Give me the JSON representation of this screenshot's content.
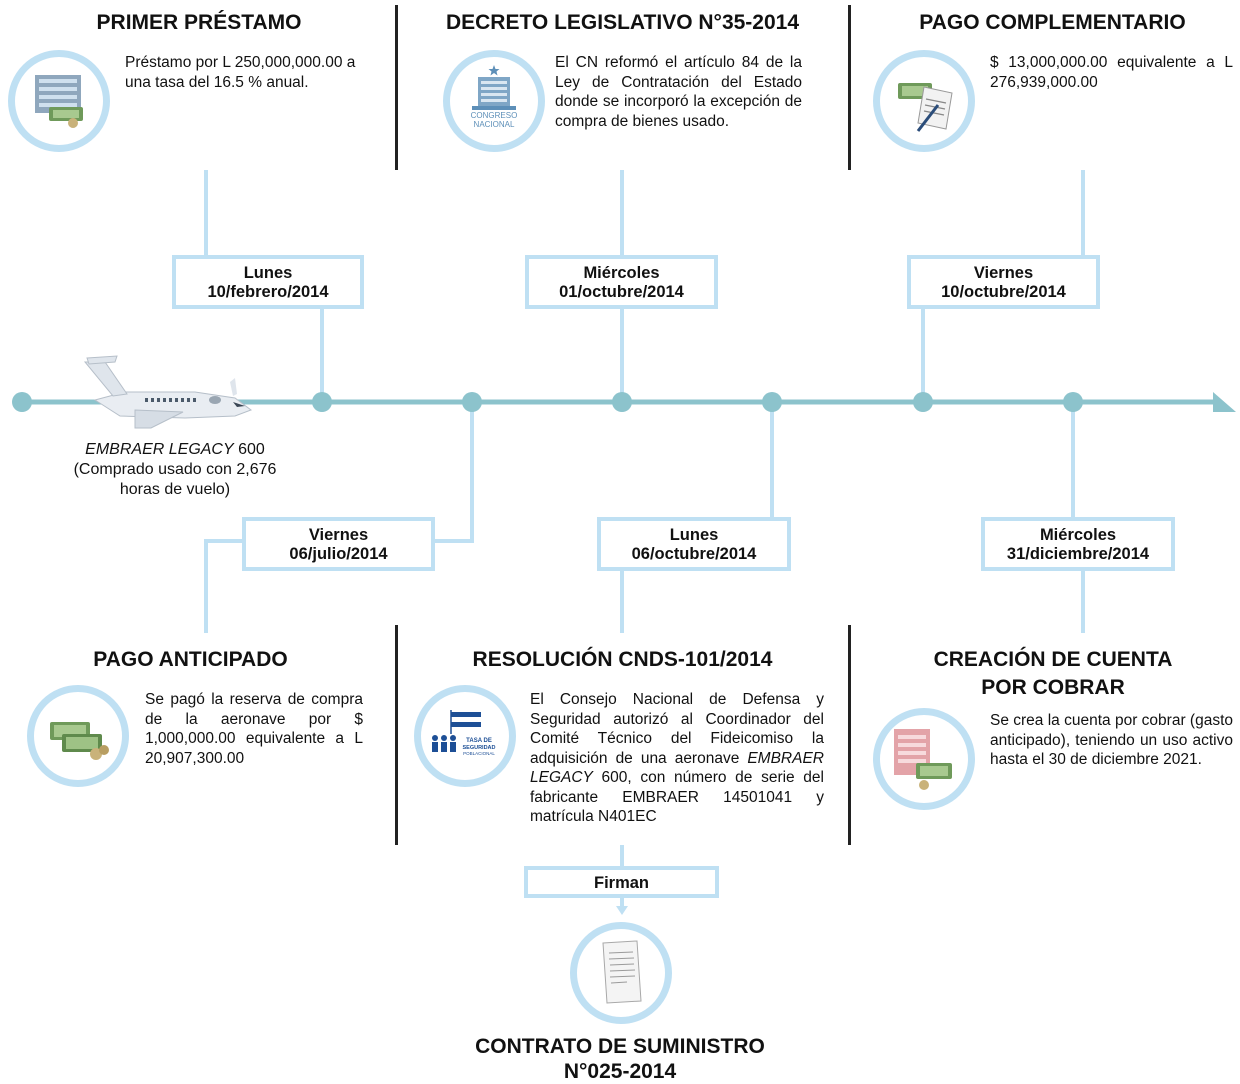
{
  "colors": {
    "line": "#8cc3cc",
    "connector": "#bfe0f3",
    "node": "#8cc3cc",
    "divider": "#222222"
  },
  "plane": {
    "model": "EMBRAER LEGACY",
    "number": "600",
    "note_line1": "(Comprado usado con 2,676",
    "note_line2": "horas de vuelo)"
  },
  "events": {
    "primer": {
      "title": "PRIMER PRÉSTAMO",
      "text": "Préstamo por L 250,000,000.00 a una tasa del 16.5 % anual.",
      "icon": "building-money-icon",
      "day": "Lunes",
      "date": "10/febrero/2014"
    },
    "decreto": {
      "title": "DECRETO LEGISLATIVO N°35-2014",
      "text": "El CN reformó el artículo 84 de la Ley de Contratación del Estado donde se incorporó la excepción de compra de bienes usado.",
      "icon": "congreso-logo-icon",
      "logo_line1": "CONGRESO",
      "logo_line2": "NACIONAL",
      "day": "Miércoles",
      "date": "01/octubre/2014"
    },
    "complementario": {
      "title": "PAGO COMPLEMENTARIO",
      "text": "$ 13,000,000.00 equivalente a L 276,939,000.00",
      "icon": "money-document-icon",
      "day": "Viernes",
      "date": "10/octubre/2014"
    },
    "anticipado": {
      "title": "PAGO ANTICIPADO",
      "text": "Se pagó la reserva de compra de la aeronave por $ 1,000,000.00 equivalente a L 20,907,300.00",
      "icon": "money-stack-icon",
      "day": "Viernes",
      "date": "06/julio/2014"
    },
    "resolucion": {
      "title": "RESOLUCIÓN CNDS-101/2014",
      "text_before": "El Consejo Nacional de Defensa y Seguridad autorizó al Coordinador del Comité Técnico del Fideicomiso la adquisición de una aeronave ",
      "text_italic": "EMBRAER LEGACY",
      "text_after": " 600, con número de serie del fabricante EMBRAER 14501041 y matrícula N401EC",
      "icon": "tasa-seguridad-logo-icon",
      "logo_line1": "TASA DE",
      "logo_line2": "SEGURIDAD",
      "logo_line3": "POBLACIONAL",
      "day": "Lunes",
      "date": "06/octubre/2014"
    },
    "cuenta": {
      "title_line1": "CREACIÓN DE CUENTA",
      "title_line2": "POR COBRAR",
      "text": "Se crea la cuenta por cobrar (gasto anticipado), teniendo un uso activo hasta el 30 de diciembre 2021.",
      "icon": "ledger-money-icon",
      "day": "Miércoles",
      "date": "31/diciembre/2014"
    }
  },
  "firman": {
    "label": "Firman"
  },
  "contrato": {
    "title_line1": "CONTRATO DE SUMINISTRO",
    "title_line2": "N°025-2014",
    "icon": "contract-document-icon"
  }
}
